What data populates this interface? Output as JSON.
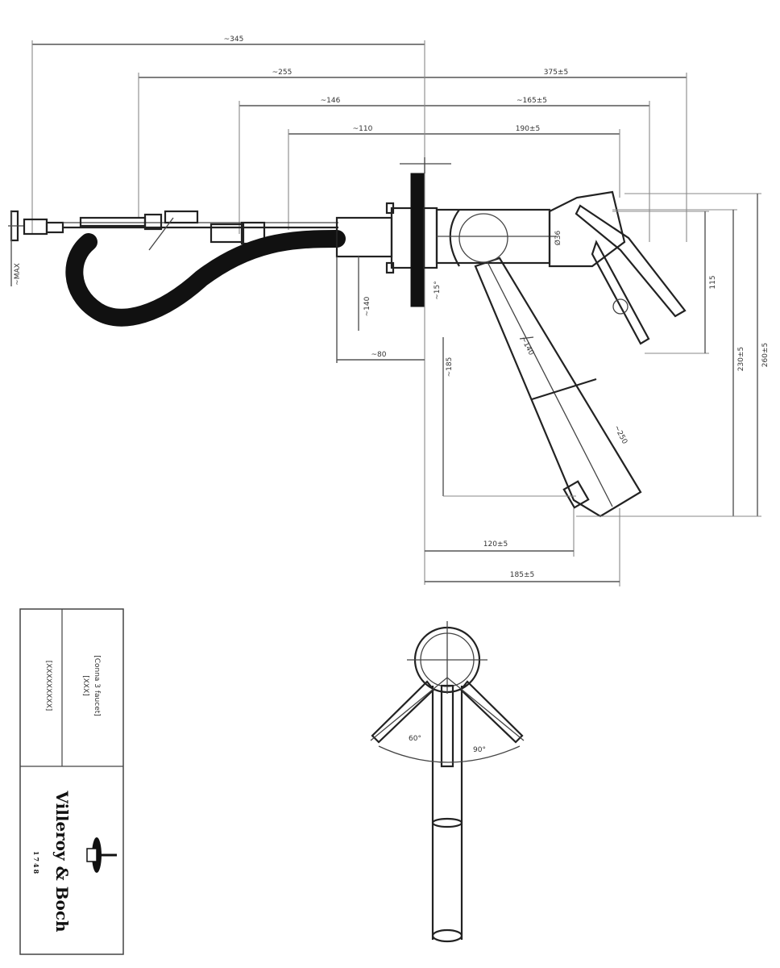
{
  "dimensions": {
    "top_left_1": "~345",
    "top_left_2": "~255",
    "top_right_2": "375±5",
    "top_left_3": "~146",
    "top_right_3": "~165±5",
    "top_left_4": "~110",
    "top_right_4": "190±5",
    "hose_offset": "~80",
    "base_height": "~MAX",
    "left_height": "~140",
    "neck_diameter": "Ø36",
    "lever_height": "115",
    "spout_height": "~185",
    "right_height_1": "230±5",
    "right_height_2": "260±5",
    "spout_angle": "~15°",
    "spout_length": "~140",
    "spray_length": "~250",
    "bottom_dim_1": "120±5",
    "bottom_dim_2": "185±5",
    "plan_angle_left": "60°",
    "plan_angle_right": "90°"
  },
  "title_block": {
    "description_line_1": "[Conna 3 faucet]",
    "description_line_2": "[XXX]",
    "article_number": "[XXXXXXXXX]",
    "brand": "Villeroy & Boch",
    "year": "1748"
  }
}
